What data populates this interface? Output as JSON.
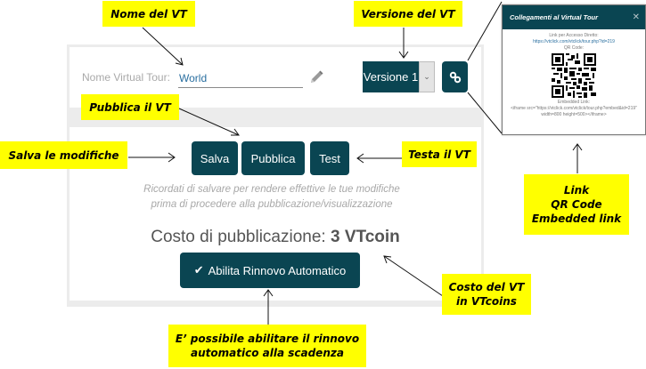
{
  "editor": {
    "name_label": "Nome Virtual Tour:",
    "name_value": "World",
    "version_selected": "Versione 1",
    "buttons": {
      "save": "Salva",
      "publish": "Pubblica",
      "test": "Test",
      "auto_renew": "Abilita Rinnovo Automatico"
    },
    "hint_line1": "Ricordati di salvare per rendere effettive le tue modifiche",
    "hint_line2": "prima di procedere alla pubblicazione/visualizzazione",
    "cost_label": "Costo di pubblicazione:",
    "cost_value": "3 VTcoin"
  },
  "modal": {
    "title": "Collegamenti al Virtual Tour",
    "direct_link_label": "Link per Accesso Diretto:",
    "direct_link": "https://vtclick.com/vtclick/tour.php?id=219",
    "qr_label": "QR Code:",
    "embed_label": "Embedded Link:",
    "embed_line1": "<iframe src=\"https://vtclick.com/vtclick/tour.php?embed&id=219\"",
    "embed_line2": "width=800 height=500></iframe>"
  },
  "callouts": {
    "nome": "Nome del VT",
    "versione": "Versione del VT",
    "pubblica": "Pubblica il VT",
    "salva": "Salva le modifiche",
    "testa": "Testa il VT",
    "link_line1": "Link",
    "link_line2": "QR Code",
    "link_line3": "Embedded link",
    "costo_line1": "Costo del VT",
    "costo_line2": "in VTcoins",
    "rinnovo_line1": "E’ possibile abilitare il rinnovo",
    "rinnovo_line2": "automatico alla scadenza"
  },
  "colors": {
    "primary": "#0a4552",
    "callout": "#ffff00",
    "panel_border": "#ececec",
    "link": "#2a6fa0"
  }
}
